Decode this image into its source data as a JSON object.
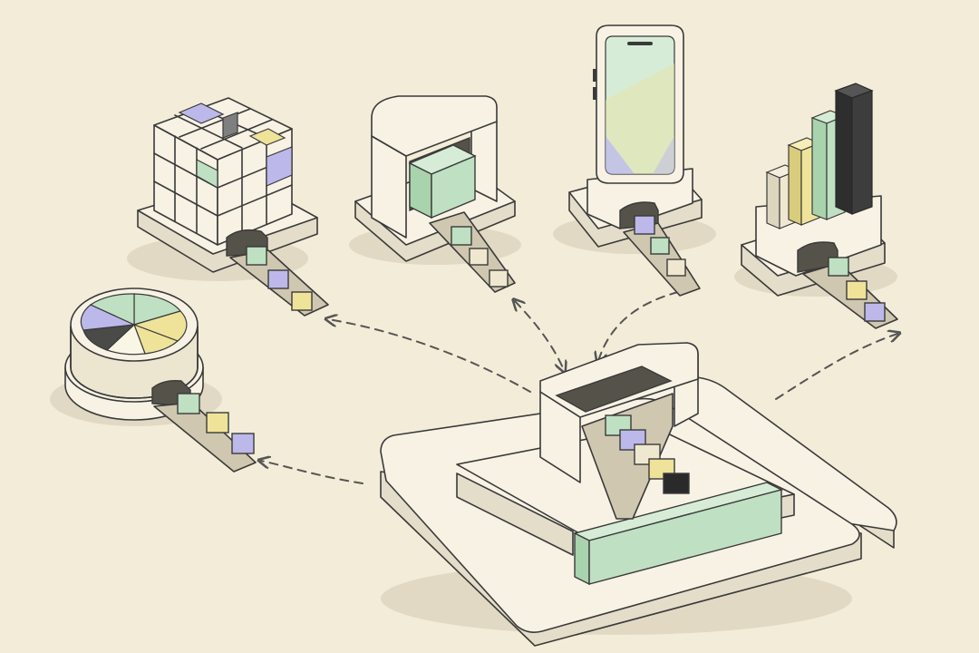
{
  "colors": {
    "paper": "#f3ecd8",
    "ink": "#3a3a3a",
    "green": "#bfe0c2",
    "yellow": "#efe39a",
    "purple": "#bdb8ea",
    "cream": "#efe7cf",
    "black": "#2a2a2a"
  },
  "modules": [
    {
      "id": "pie-chart",
      "icon": "pie-chart-icon"
    },
    {
      "id": "cube-grid",
      "icon": "cube-grid-icon"
    },
    {
      "id": "box-gate",
      "icon": "green-box-icon"
    },
    {
      "id": "phone",
      "icon": "phone-icon"
    },
    {
      "id": "bar-chart",
      "icon": "bar-chart-icon"
    },
    {
      "id": "hub",
      "icon": "central-hub-icon"
    }
  ],
  "hub_queue": [
    "green",
    "purple",
    "cream",
    "yellow",
    "black"
  ]
}
